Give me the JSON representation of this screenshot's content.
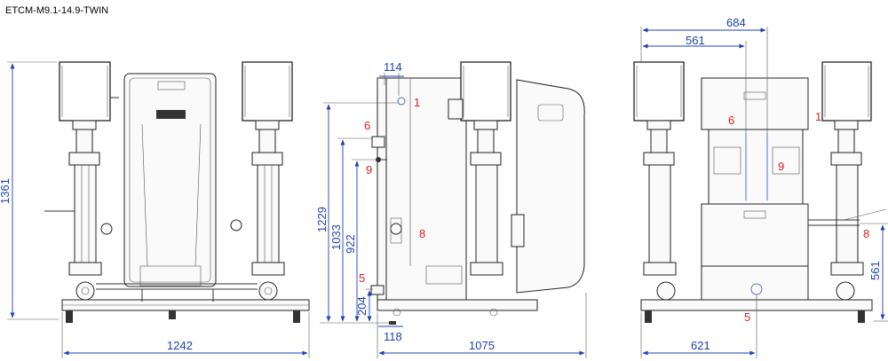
{
  "title": "ETCM-M9.1-14.9-TWIN",
  "front_view": {
    "height_dim": "1361",
    "width_dim": "1242"
  },
  "side_view": {
    "dims": {
      "d114": "114",
      "d1229": "1229",
      "d1033": "1033",
      "d922": "922",
      "d204": "204",
      "d118": "118",
      "d1075": "1075"
    },
    "callouts": {
      "c1": "1",
      "c6": "6",
      "c9": "9",
      "c8": "8",
      "c5": "5"
    }
  },
  "rear_view": {
    "dims": {
      "d684": "684",
      "d561_top": "561",
      "d561_right": "561",
      "d621": "621"
    },
    "callouts": {
      "c6": "6",
      "c1": "1",
      "c9": "9",
      "c8": "8",
      "c5": "5"
    }
  },
  "colors": {
    "dimension": "#1f3fb5",
    "callout": "#e0201e",
    "line": "#333333"
  }
}
